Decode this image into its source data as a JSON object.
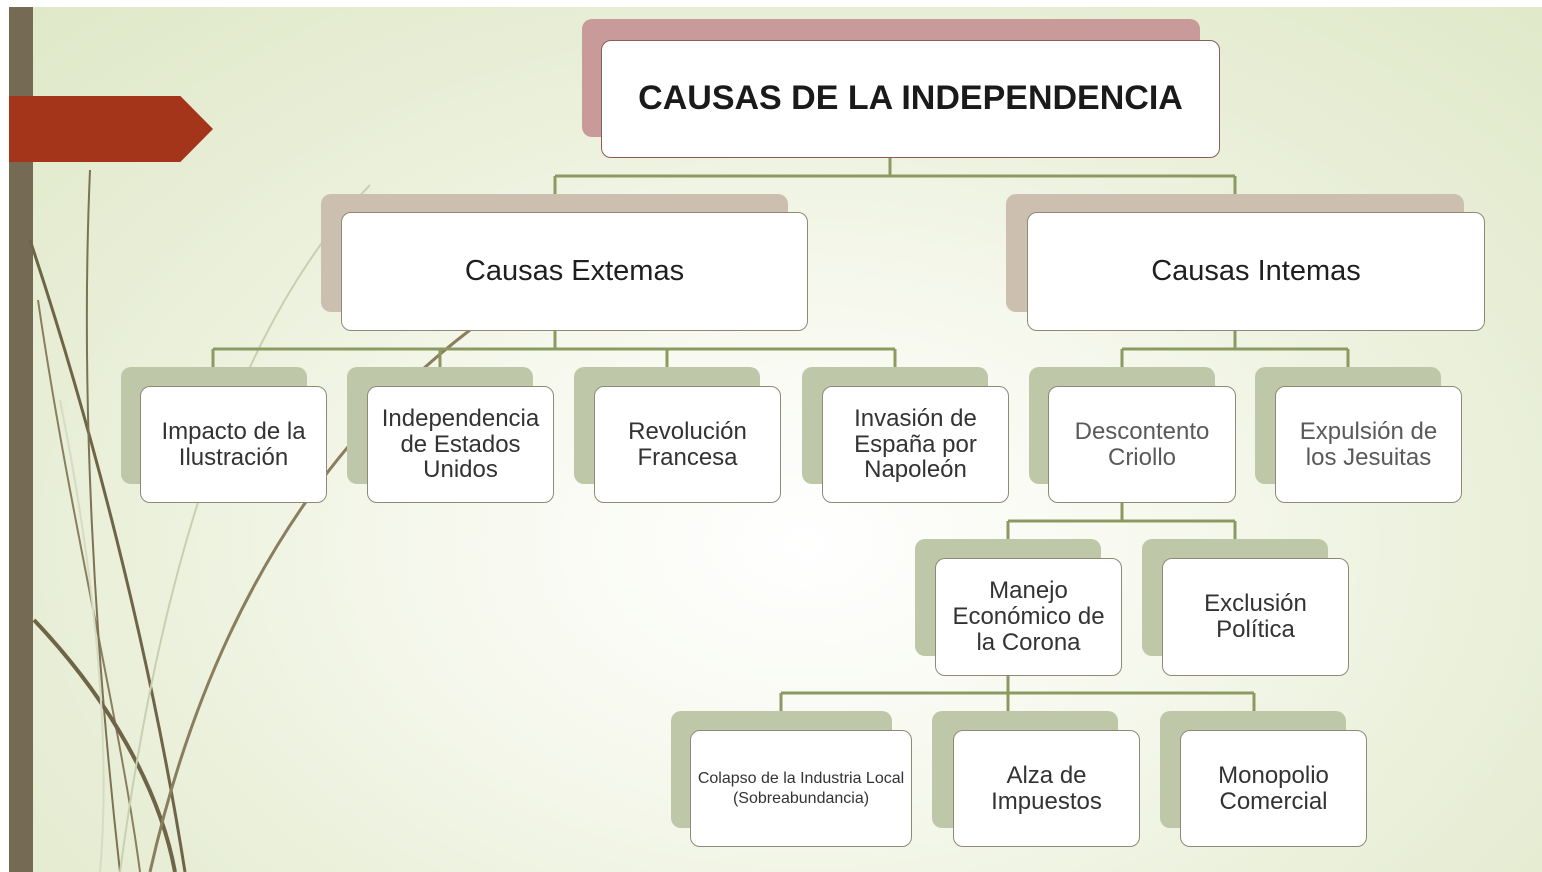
{
  "diagram": {
    "title": "CAUSAS DE LA INDEPENDENCIA",
    "external": {
      "label": "Causas Extemas",
      "items": [
        "Impacto de la Ilustración",
        "Independencia de Estados Unidos",
        "Revolución Francesa",
        "Invasión de España por Napoleón"
      ]
    },
    "internal": {
      "label": "Causas Intemas",
      "items": [
        "Descontento Criollo",
        "Expulsión de los Jesuitas"
      ],
      "criollo_items": [
        "Manejo Económico de la Corona",
        "Exclusión Política"
      ],
      "economic_items": [
        "Colapso de la Industria Local (Sobreabundancia)",
        "Alza de Impuestos",
        "Monopolio Comercial"
      ]
    }
  },
  "colors": {
    "connector": "#8c9a62",
    "accent_flag": "#a4351a",
    "left_bar": "#756b55",
    "root_shadow": "#c99a9a",
    "level1_shadow": "#cdbfb0",
    "leaf_shadow": "#bfc7a9"
  }
}
